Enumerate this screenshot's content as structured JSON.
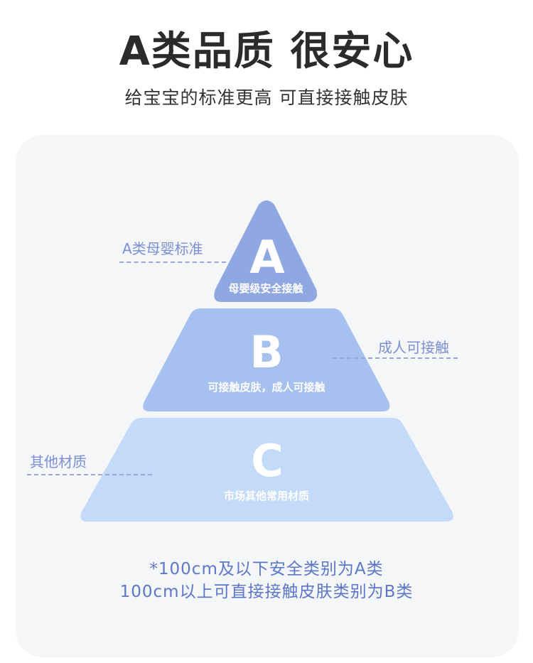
{
  "header": {
    "title": "A类品质 很安心",
    "subtitle": "给宝宝的标准更高 可直接接触皮肤"
  },
  "pyramid": {
    "tiers": [
      {
        "letter": "A",
        "description": "母婴级安全接触",
        "color": "#8fa8e2"
      },
      {
        "letter": "B",
        "description": "可接触皮肤，成人可接触",
        "color": "#a6c0ef"
      },
      {
        "letter": "C",
        "description": "市场其他常用材质",
        "color": "#c3daf9"
      }
    ],
    "side_labels": {
      "a": "A类母婴标准",
      "b": "成人可接触",
      "c": "其他材质"
    }
  },
  "footnotes": {
    "line1": "*100cm及以下安全类别为A类",
    "line2": "100cm以上可直接接触皮肤类别为B类"
  },
  "colors": {
    "title": "#2b2b2b",
    "label": "#7b8fd4",
    "footnote": "#5c77c9",
    "panel": "#f5f6f8"
  }
}
